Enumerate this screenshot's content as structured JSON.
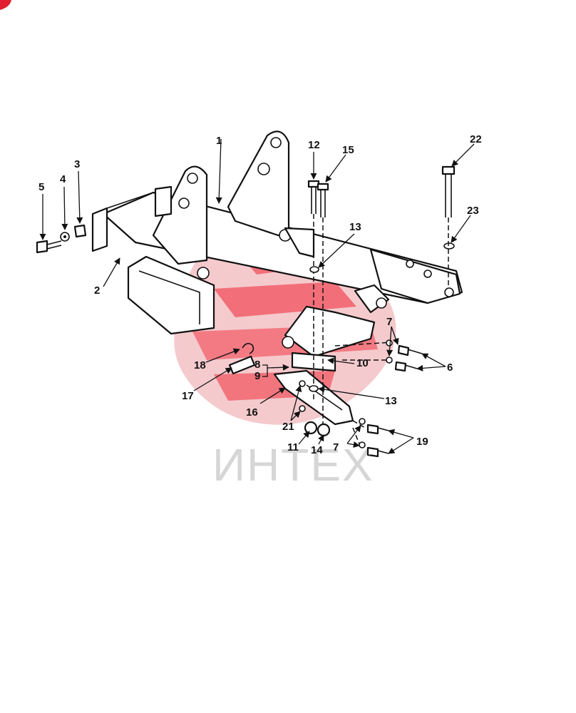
{
  "watermark": {
    "text": "ИНТЕХ",
    "logo_color": "#ef3b48",
    "text_color": "#d6d6d6"
  },
  "corner_mark_color": "#e0202e",
  "callouts": [
    "1",
    "2",
    "3",
    "4",
    "5",
    "6",
    "7",
    "7",
    "8",
    "9",
    "10",
    "11",
    "12",
    "13",
    "13",
    "14",
    "15",
    "16",
    "17",
    "18",
    "19",
    "21",
    "22",
    "23"
  ]
}
